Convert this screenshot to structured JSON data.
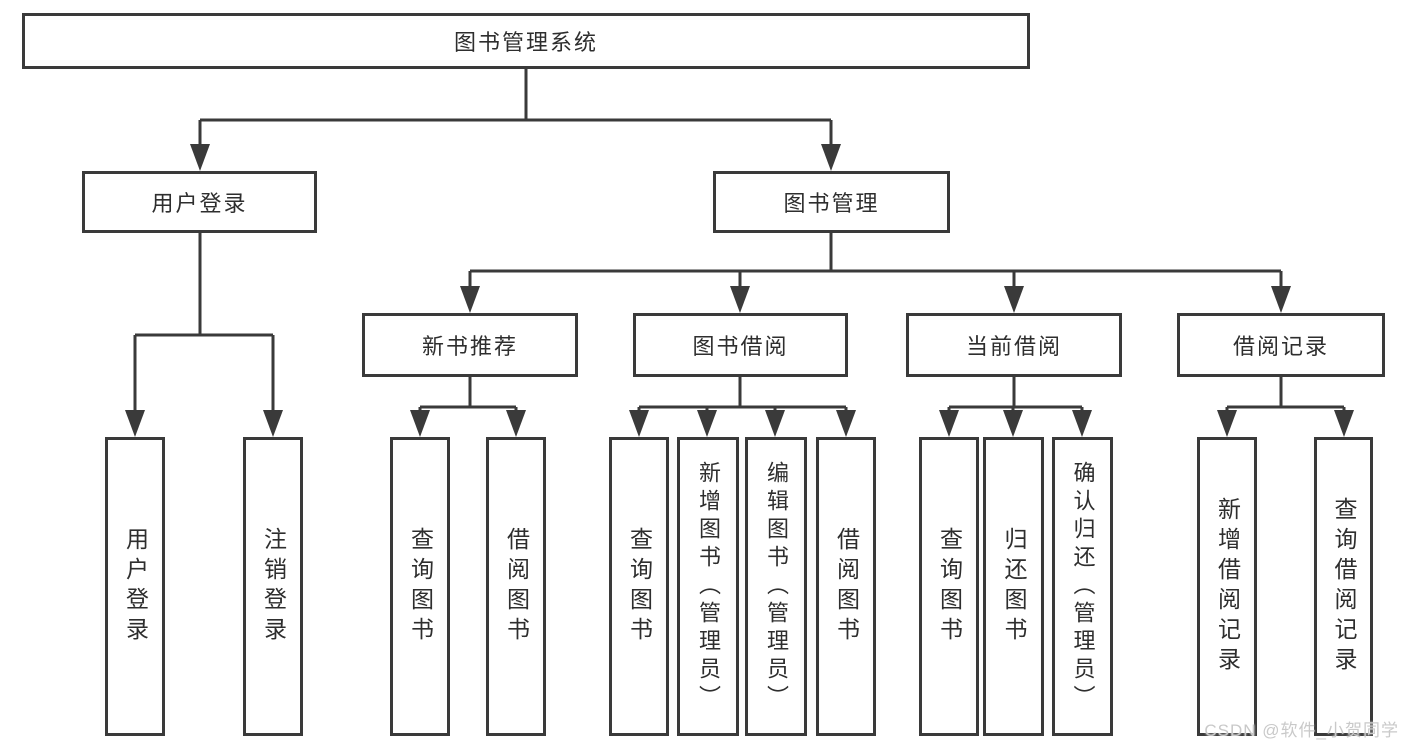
{
  "diagram": {
    "title": "图书管理系统",
    "type": "functional-structure-tree"
  },
  "tree": {
    "label": "图书管理系统",
    "children": [
      {
        "label": "用户登录",
        "children": [
          {
            "label": "用户登录"
          },
          {
            "label": "注销登录"
          }
        ]
      },
      {
        "label": "图书管理",
        "children": [
          {
            "label": "新书推荐",
            "children": [
              {
                "label": "查询图书"
              },
              {
                "label": "借阅图书"
              }
            ]
          },
          {
            "label": "图书借阅",
            "children": [
              {
                "label": "查询图书"
              },
              {
                "label": "新增图书（管理员）"
              },
              {
                "label": "编辑图书（管理员）"
              },
              {
                "label": "借阅图书"
              }
            ]
          },
          {
            "label": "当前借阅",
            "children": [
              {
                "label": "查询图书"
              },
              {
                "label": "归还图书"
              },
              {
                "label": "确认归还（管理员）"
              }
            ]
          },
          {
            "label": "借阅记录",
            "children": [
              {
                "label": "新增借阅记录"
              },
              {
                "label": "查询借阅记录"
              }
            ]
          }
        ]
      }
    ]
  },
  "watermark": {
    "text": "CSDN @软件_小贺同学"
  },
  "colors": {
    "line": "#3a3a3a",
    "box_border": "#3a3a3a",
    "box_fill": "#ffffff",
    "text": "#2e2e2e",
    "watermark": "#c9c9c9",
    "background": "#ffffff"
  }
}
